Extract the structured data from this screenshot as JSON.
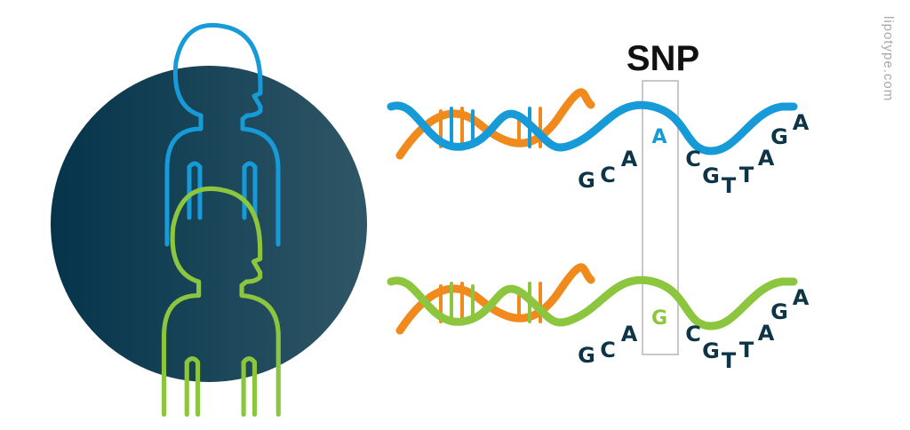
{
  "snp_label": "SNP",
  "watermark": "lipotype.com",
  "top_strand": {
    "variant_base": "A",
    "sequence": [
      "G",
      "C",
      "A",
      "C",
      "G",
      "T",
      "T",
      "A",
      "G",
      "A"
    ]
  },
  "bottom_strand": {
    "variant_base": "G",
    "sequence": [
      "G",
      "C",
      "A",
      "C",
      "G",
      "T",
      "T",
      "A",
      "G",
      "A"
    ]
  },
  "colors": {
    "circle_dark": "#05344b",
    "circle_light": "#2f5666",
    "blue": "#169bd8",
    "green": "#8cc63f",
    "orange": "#f08a1c",
    "text_dark": "#0d3547",
    "box": "#c8c8c8",
    "watermark": "#a8a8a8"
  },
  "icons": {
    "person_top": "person-silhouette-icon",
    "person_bottom": "person-silhouette-icon",
    "helix_top": "dna-helix-icon",
    "helix_bottom": "dna-helix-icon"
  }
}
